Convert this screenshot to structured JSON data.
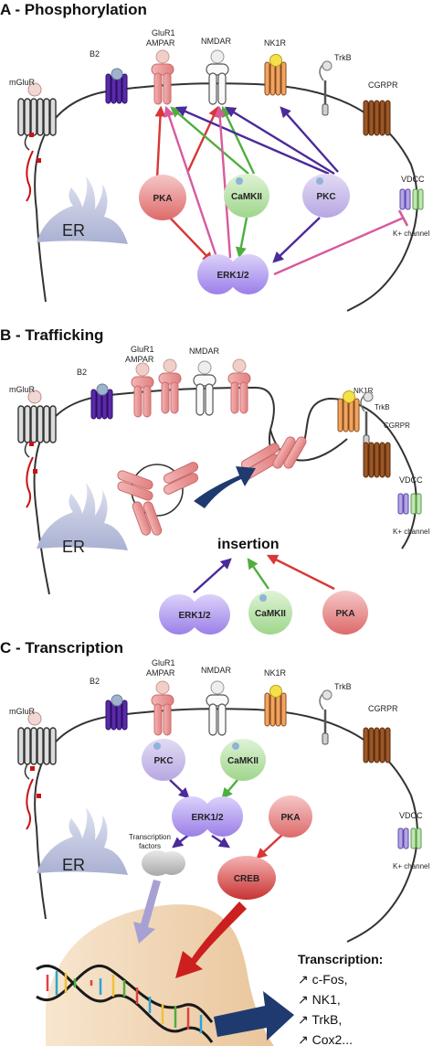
{
  "panels": {
    "a": {
      "title": "A - Phosphorylation"
    },
    "b": {
      "title": "B - Trafficking",
      "insertion": "insertion"
    },
    "c": {
      "title": "C - Transcription",
      "transcription_factors": [
        "Transcription",
        "factors"
      ]
    }
  },
  "receptors": {
    "mglur": "mGluR",
    "b2": "B2",
    "glur1_line1": "GluR1",
    "glur1_line2": "AMPAR",
    "nmdar": "NMDAR",
    "nk1r": "NK1R",
    "trkb": "TrkB",
    "cgrpr": "CGRPR",
    "vdcc": "VDCC",
    "k_channel": "K+ channel",
    "er": "ER"
  },
  "kinases": {
    "pka": "PKA",
    "camkii": "CaMKII",
    "pkc": "PKC",
    "erk": "ERK1/2",
    "creb": "CREB"
  },
  "transcription": {
    "heading": "Transcription:",
    "genes": [
      "↗ c-Fos,",
      "↗ NK1,",
      "↗ TrkB,",
      "↗ Cox2..."
    ]
  },
  "colors": {
    "pka": "#d94b4b",
    "camkii": "#4fae3f",
    "pkc": "#4b2a9a",
    "erk": "#d85a9c",
    "receptor_pink": "#e89a9a",
    "b2_purple": "#5b2aa8",
    "nk1r_orange": "#e08a3a",
    "cgrpr_brown": "#8a4a1e",
    "er_blue": "#9aa3c8",
    "insertion_arrow": "#1f3a6e"
  }
}
